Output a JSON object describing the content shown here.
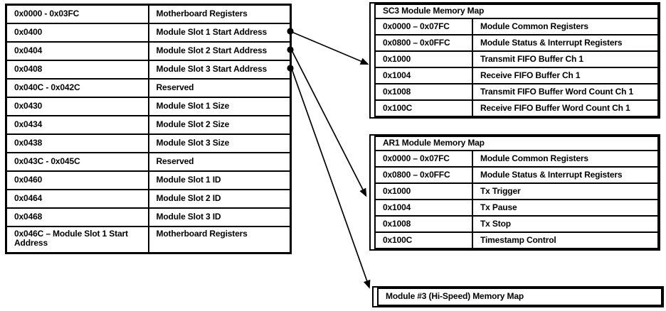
{
  "colors": {
    "line": "#000000",
    "text": "#000000",
    "background": "#ffffff"
  },
  "motherboard_table": {
    "rows": [
      {
        "address": "0x0000 - 0x03FC",
        "desc": "Motherboard Registers"
      },
      {
        "address": "0x0400",
        "desc": "Module Slot 1 Start Address"
      },
      {
        "address": "0x0404",
        "desc": "Module Slot 2 Start Address"
      },
      {
        "address": "0x0408",
        "desc": "Module Slot 3 Start Address"
      },
      {
        "address": "0x040C - 0x042C",
        "desc": "Reserved"
      },
      {
        "address": "0x0430",
        "desc": "Module Slot 1 Size"
      },
      {
        "address": "0x0434",
        "desc": "Module Slot 2 Size"
      },
      {
        "address": "0x0438",
        "desc": "Module Slot 3 Size"
      },
      {
        "address": "0x043C - 0x045C",
        "desc": "Reserved"
      },
      {
        "address": "0x0460",
        "desc": "Module Slot 1 ID"
      },
      {
        "address": "0x0464",
        "desc": "Module Slot 2 ID"
      },
      {
        "address": "0x0468",
        "desc": "Module Slot 3 ID"
      },
      {
        "address": "0x046C – Module Slot 1 Start Address",
        "desc": "Motherboard Registers"
      }
    ]
  },
  "sc3_table": {
    "title": "SC3 Module Memory Map",
    "rows": [
      {
        "address": "0x0000 – 0x07FC",
        "desc": "Module Common Registers"
      },
      {
        "address": "0x0800 – 0x0FFC",
        "desc": "Module Status & Interrupt Registers"
      },
      {
        "address": "0x1000",
        "desc": "Transmit FIFO Buffer Ch 1"
      },
      {
        "address": "0x1004",
        "desc": "Receive FIFO Buffer Ch 1"
      },
      {
        "address": "0x1008",
        "desc": "Transmit FIFO Buffer Word Count Ch 1"
      },
      {
        "address": "0x100C",
        "desc": "Receive FIFO Buffer Word Count Ch 1"
      }
    ]
  },
  "ar1_table": {
    "title": "AR1 Module Memory Map",
    "rows": [
      {
        "address": "0x0000 – 0x07FC",
        "desc": "Module Common Registers"
      },
      {
        "address": "0x0800 – 0x0FFC",
        "desc": "Module Status & Interrupt Registers"
      },
      {
        "address": "0x1000",
        "desc": "Tx Trigger"
      },
      {
        "address": "0x1004",
        "desc": "Tx Pause"
      },
      {
        "address": "0x1008",
        "desc": "Tx Stop"
      },
      {
        "address": "0x100C",
        "desc": "Timestamp Control"
      }
    ]
  },
  "module3_table": {
    "title": "Module #3 (Hi-Speed) Memory Map"
  }
}
